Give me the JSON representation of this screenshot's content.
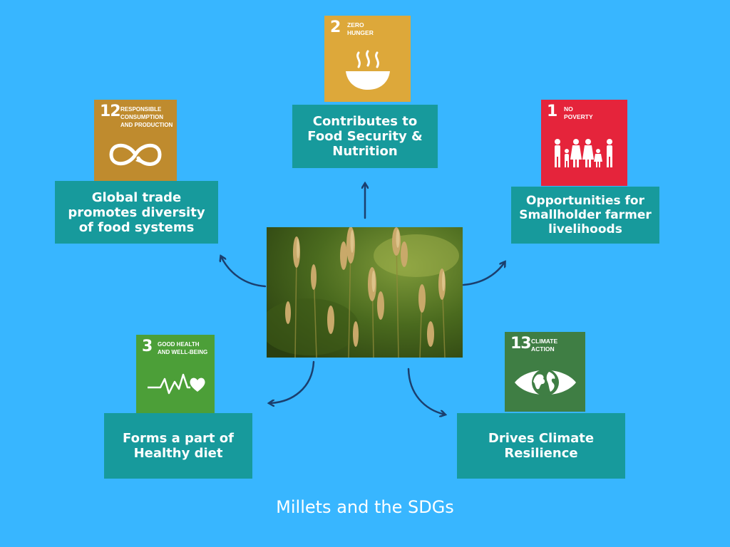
{
  "title": "Millets and the SDGs",
  "center_image": {
    "subject": "millet-field-photo"
  },
  "goals": {
    "zero_hunger": {
      "number": "2",
      "name": "ZERO\nHUNGER",
      "color": "#dda83a",
      "icon": "soup-bowl-icon"
    },
    "no_poverty": {
      "number": "1",
      "name": "NO\nPOVERTY",
      "color": "#e5243b",
      "icon": "family-icon"
    },
    "responsible": {
      "number": "12",
      "name": "RESPONSIBLE\nCONSUMPTION\nAND PRODUCTION",
      "color": "#bf8b2e",
      "icon": "infinity-icon"
    },
    "good_health": {
      "number": "3",
      "name": "GOOD HEALTH\nAND WELL-BEING",
      "color": "#4c9f38",
      "icon": "heartbeat-icon"
    },
    "climate": {
      "number": "13",
      "name": "CLIMATE\nACTION",
      "color": "#3f7e44",
      "icon": "eye-globe-icon"
    }
  },
  "boxes": {
    "food_security": "Contributes to Food Security & Nutrition",
    "global_trade": "Global trade promotes diversity of food systems",
    "smallholder": "Opportunities for Smallholder farmer livelihoods",
    "healthy_diet": "Forms a part of Healthy diet",
    "climate_resilience": "Drives Climate Resilience"
  },
  "colors": {
    "background": "#38b6ff",
    "box": "#179a9c",
    "arrow": "#1b3f6e"
  }
}
